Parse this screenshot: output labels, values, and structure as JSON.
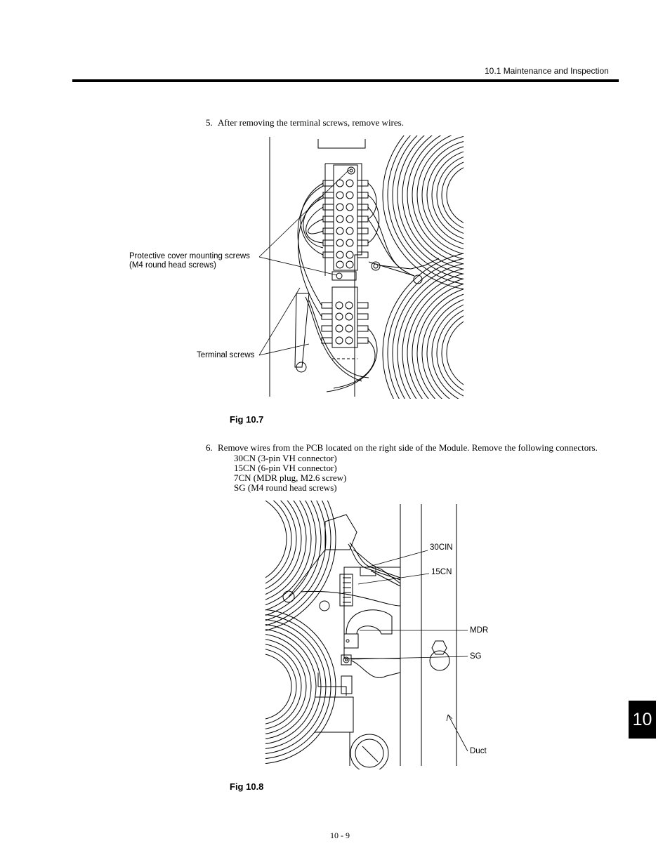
{
  "header": {
    "section": "10.1  Maintenance and Inspection"
  },
  "steps": [
    {
      "number": "5.",
      "text": "After removing the terminal screws, remove wires."
    },
    {
      "number": "6.",
      "text": "Remove wires from the PCB located on the right side of the Module. Remove the following connectors.",
      "items": [
        "30CN (3-pin VH connector)",
        "15CN (6-pin VH connector)",
        "7CN (MDR plug, M2.6 screw)",
        "SG (M4 round head screws)"
      ]
    }
  ],
  "fig1": {
    "caption": "Fig 10.7",
    "callouts": {
      "cover_line1": "Protective cover mounting screws",
      "cover_line2": "(M4 round head screws)",
      "terminal": "Terminal screws"
    }
  },
  "fig2": {
    "caption": "Fig 10.8",
    "callouts": {
      "c30": "30CIN",
      "c15": "15CN",
      "mdr": "MDR",
      "sg": "SG",
      "duct": "Duct"
    }
  },
  "page_number": "10 - 9",
  "chapter_tab": "10"
}
